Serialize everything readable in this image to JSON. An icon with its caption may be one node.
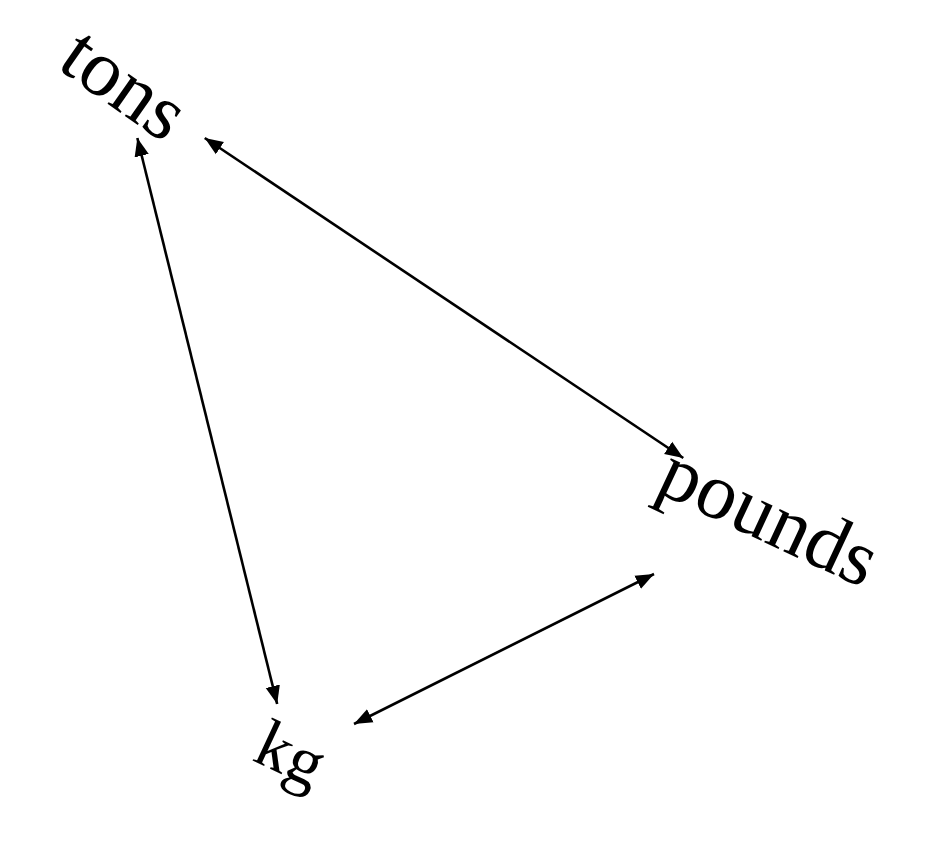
{
  "diagram": {
    "nodes": [
      {
        "text": [
          "tons"
        ]
      },
      {
        "text": [
          "pounds"
        ]
      },
      {
        "text": [
          "kg"
        ]
      }
    ],
    "edges": [
      {
        "from": 0,
        "to": 1,
        "arrow": "both"
      },
      {
        "from": 0,
        "to": 2,
        "arrow": "both"
      },
      {
        "from": 2,
        "to": 1,
        "arrow": "both"
      }
    ]
  }
}
